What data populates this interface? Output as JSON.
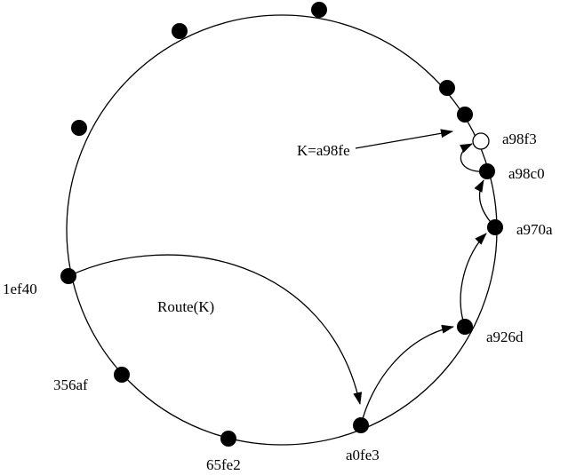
{
  "diagram": {
    "nodes": {
      "a98f3": "a98f3",
      "a98c0": "a98c0",
      "a970a": "a970a",
      "a926d": "a926d",
      "a0fe3": "a0fe3",
      "65fe2": "65fe2",
      "356af": "356af",
      "1ef40": "1ef40"
    },
    "key_label": "K=a98fe",
    "route_label": "Route(K)",
    "colors": {
      "node_fill": "#000000",
      "target_fill": "#ffffff",
      "line": "#000000"
    }
  }
}
